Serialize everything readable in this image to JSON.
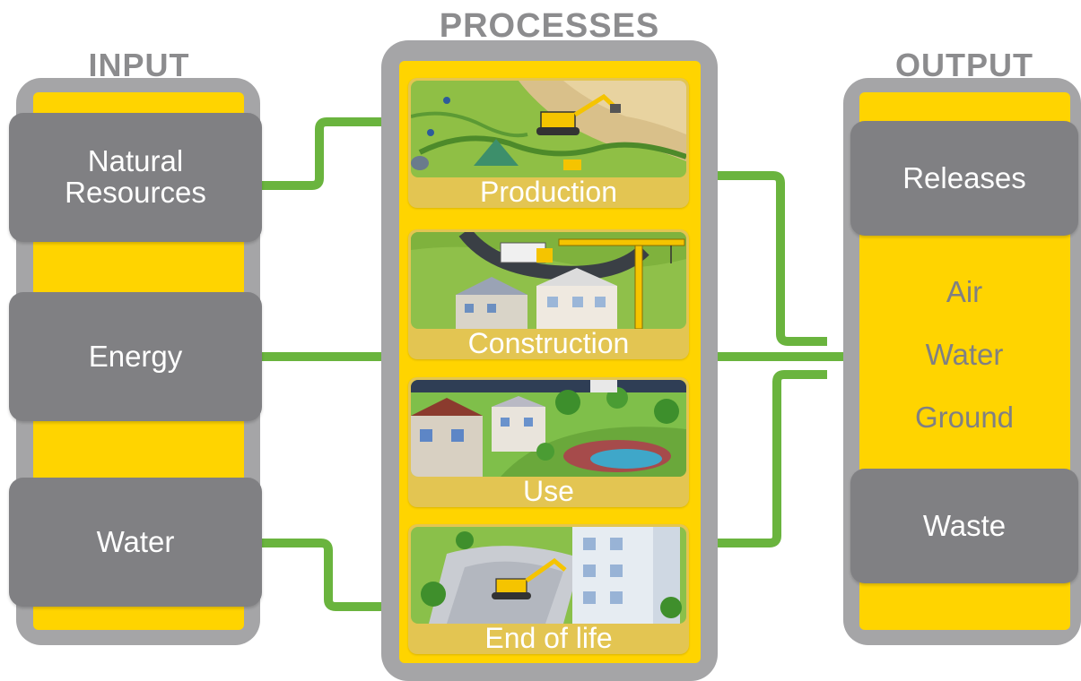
{
  "titles": {
    "input": "INPUT",
    "processes": "PROCESSES",
    "output": "OUTPUT"
  },
  "inputs": [
    {
      "line1": "Natural",
      "line2": "Resources"
    },
    {
      "line1": "Energy"
    },
    {
      "line1": "Water"
    }
  ],
  "processes": [
    {
      "label": "Production",
      "illustration": "quarry-excavator-illustration"
    },
    {
      "label": "Construction",
      "illustration": "construction-site-crane-illustration"
    },
    {
      "label": "Use",
      "illustration": "residential-houses-illustration"
    },
    {
      "label": "End of life",
      "illustration": "building-demolition-illustration"
    }
  ],
  "outputs": {
    "releases_label": "Releases",
    "release_targets": [
      "Air",
      "Water",
      "Ground"
    ],
    "waste_label": "Waste"
  },
  "colors": {
    "panel_frame": "#a5a5a7",
    "panel_fill": "#ffd400",
    "box": "#808083",
    "connector": "#6ab43e",
    "title_text": "#8c8c8e"
  }
}
